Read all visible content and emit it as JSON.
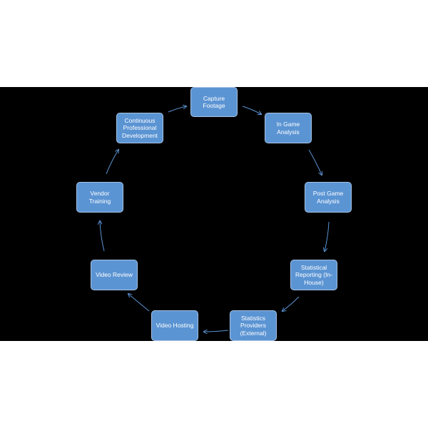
{
  "diagram": {
    "nodes": [
      {
        "id": "capture",
        "label": "Capture\nFootage"
      },
      {
        "id": "in-game",
        "label": "In Game\nAnalysis"
      },
      {
        "id": "post-game",
        "label": "Post Game\nAnalysis"
      },
      {
        "id": "statistical",
        "label": "Statistical\nReporting (In-\nHouse)"
      },
      {
        "id": "providers",
        "label": "Statistics\nProviders\n(External)"
      },
      {
        "id": "hosting",
        "label": "Video Hosting"
      },
      {
        "id": "review",
        "label": "Video Review"
      },
      {
        "id": "vendor",
        "label": "Vendor\nTraining"
      },
      {
        "id": "cpd",
        "label": "Continuous\nProfessional\nDevelopment"
      }
    ],
    "edges": [
      {
        "from": "capture",
        "to": "in-game"
      },
      {
        "from": "in-game",
        "to": "post-game"
      },
      {
        "from": "post-game",
        "to": "statistical"
      },
      {
        "from": "statistical",
        "to": "providers"
      },
      {
        "from": "providers",
        "to": "hosting"
      },
      {
        "from": "hosting",
        "to": "review"
      },
      {
        "from": "review",
        "to": "vendor"
      },
      {
        "from": "vendor",
        "to": "cpd"
      },
      {
        "from": "cpd",
        "to": "capture"
      }
    ],
    "colors": {
      "background": "#000000",
      "node_fill": "#5b94d3",
      "node_border": "#a7c4e6",
      "arrow": "#5b94d3",
      "text": "#ffffff"
    }
  }
}
